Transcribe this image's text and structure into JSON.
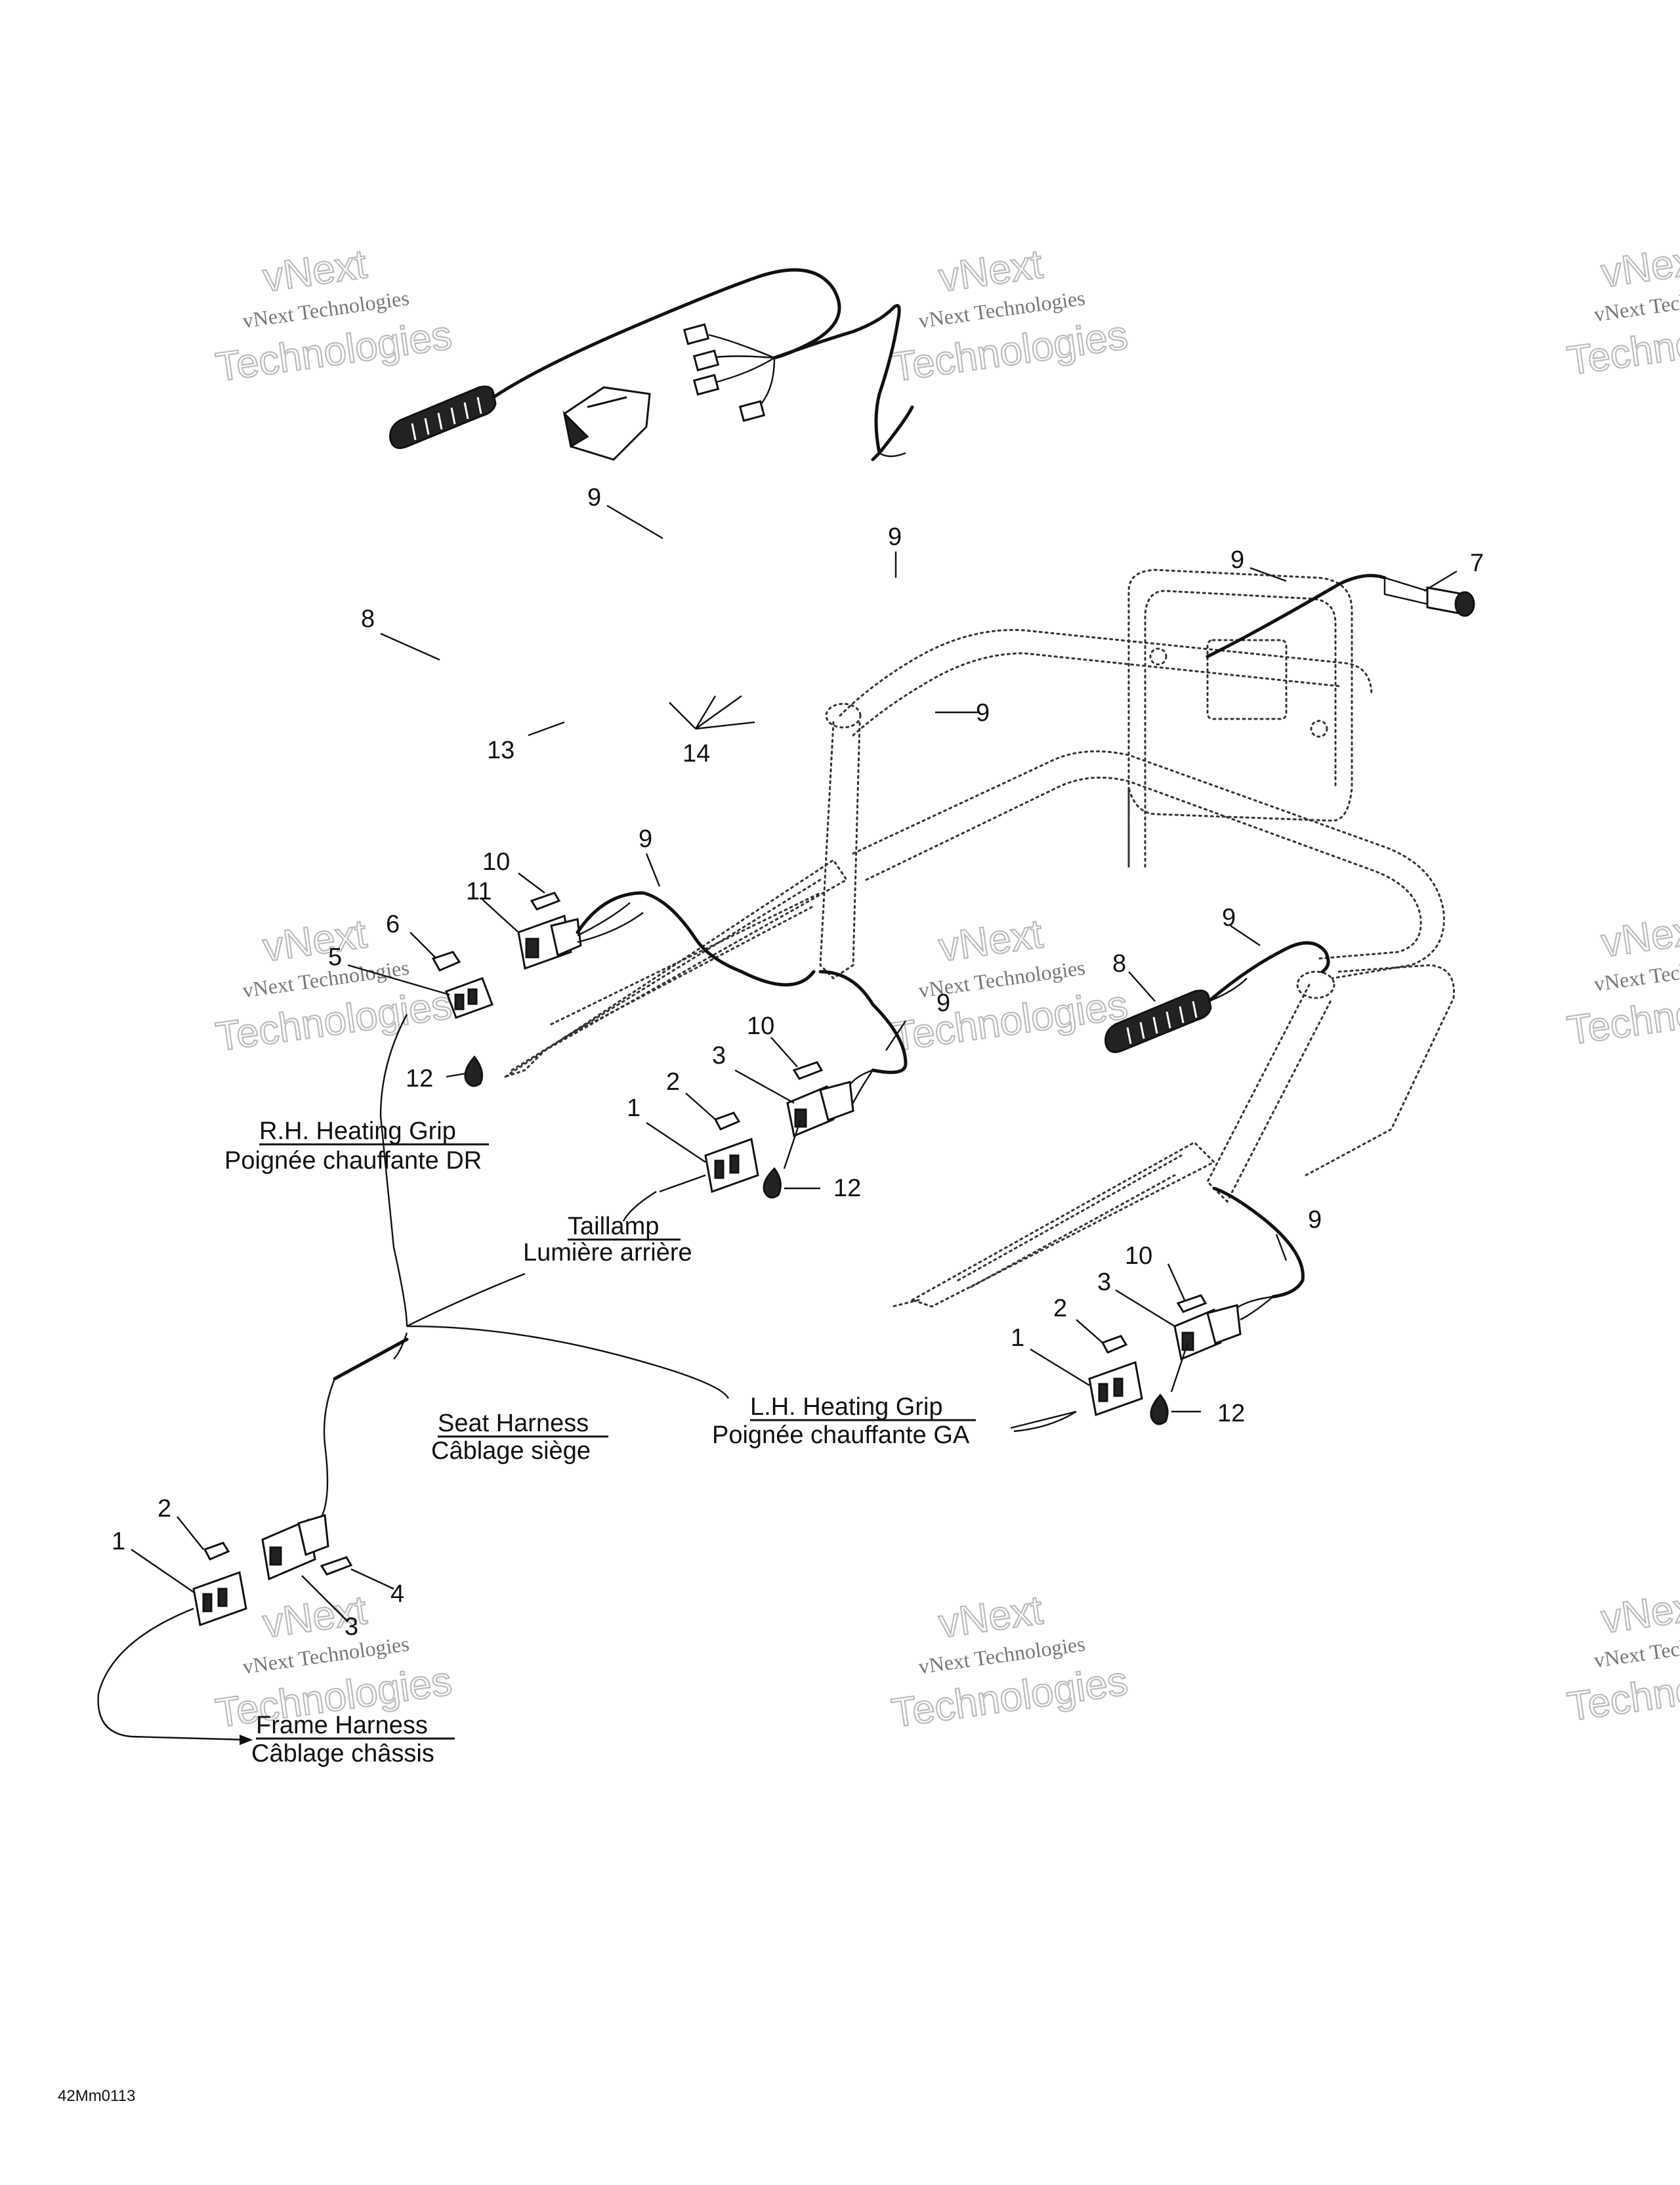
{
  "callouts": {
    "c9a": "9",
    "c9b": "9",
    "c9c": "9",
    "c7": "7",
    "c8a": "8",
    "c9d": "9",
    "c13": "13",
    "c14": "14",
    "c9e": "9",
    "c10a": "10",
    "c11": "11",
    "c6": "6",
    "c5": "5",
    "c12a": "12",
    "c9f": "9",
    "c10b": "10",
    "c3a": "3",
    "c2a": "2",
    "c1a": "1",
    "c12b": "12",
    "c9g": "9",
    "c8b": "8",
    "c9h": "9",
    "c10c": "10",
    "c3b": "3",
    "c2b": "2",
    "c1b": "1",
    "c12c": "12",
    "c2c": "2",
    "c1c": "1",
    "c3c": "3",
    "c4": "4"
  },
  "captions": {
    "rh_en": "R.H. Heating Grip",
    "rh_fr": "Poignée chauffante DR",
    "tail_en": "Taillamp",
    "tail_fr": "Lumière arrière",
    "seat_en": "Seat Harness",
    "seat_fr": "Câblage siège",
    "lh_en": "L.H. Heating Grip",
    "lh_fr": "Poignée chauffante GA",
    "frame_en": "Frame Harness",
    "frame_fr": "Câblage châssis"
  },
  "watermark": {
    "line_top": "vNext",
    "line_mid": "vNext Technologies",
    "line_big": "Technologies"
  },
  "drawing_code": "42Mm0113"
}
